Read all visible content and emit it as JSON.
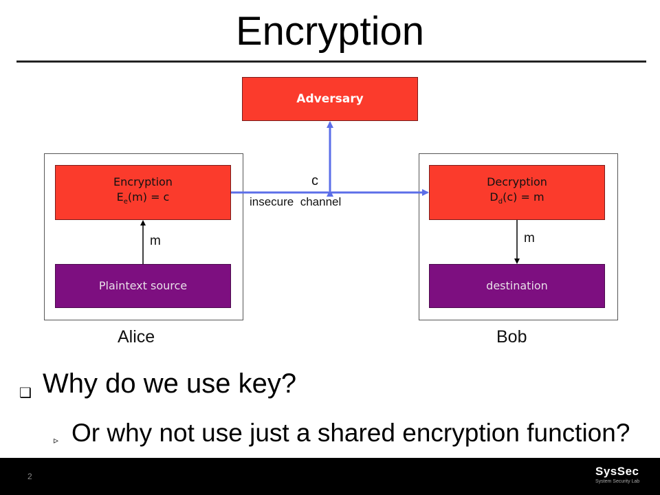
{
  "slide": {
    "title": "Encryption",
    "page_number": "2"
  },
  "diagram": {
    "adversary": "Adversary",
    "encryption_box": {
      "line1": "Encryption",
      "line2_prefix": "E",
      "line2_sub": "e",
      "line2_suffix": "(m) = c"
    },
    "decryption_box": {
      "line1": "Decryption",
      "line2_prefix": "D",
      "line2_sub": "d",
      "line2_suffix": "(c) = m"
    },
    "plaintext_source": "Plaintext source",
    "destination": "destination",
    "channel_label": "insecure  channel",
    "ciphertext_label": "c",
    "message_label_left": "m",
    "message_label_right": "m",
    "alice": "Alice",
    "bob": "Bob"
  },
  "bullets": {
    "main": "Why do we use key?",
    "sub": "Or why not use just a shared encryption function?"
  },
  "footer": {
    "logo_main": "SysSec",
    "logo_sub": "System Security Lab"
  },
  "colors": {
    "box_red": "#fb3b2c",
    "box_purple": "#7d0f80",
    "channel_arrow": "#5b6ee8"
  }
}
